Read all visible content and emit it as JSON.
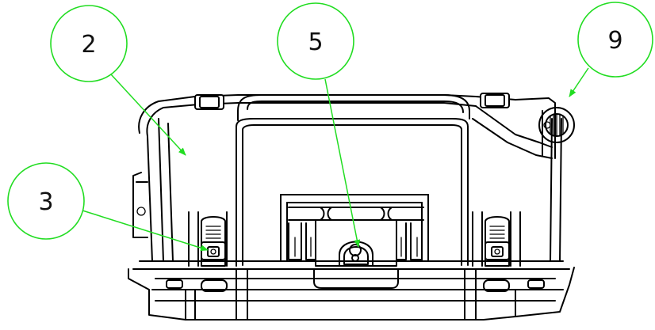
{
  "callout_color": "#22dd22",
  "callouts": [
    {
      "id": "2",
      "label": "2"
    },
    {
      "id": "5",
      "label": "5"
    },
    {
      "id": "9",
      "label": "9"
    },
    {
      "id": "3",
      "label": "3"
    }
  ]
}
